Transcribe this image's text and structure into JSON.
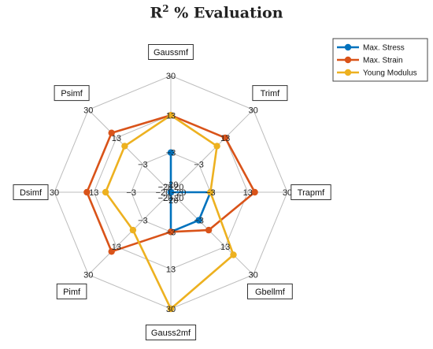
{
  "chart_data": {
    "type": "radar",
    "title": "% Evaluation",
    "title_symbol": "R",
    "title_superscript": "2",
    "axes": [
      "Gaussmf",
      "Trimf",
      "Trapmf",
      "Gbellmf",
      "Gauss2mf",
      "Pimf",
      "Dsimf",
      "Psimf"
    ],
    "rlim": [
      -20,
      30
    ],
    "rings": [
      -20,
      -3,
      13,
      30
    ],
    "ring_labels": [
      "−20",
      "−3",
      "13",
      "30"
    ],
    "grid": true,
    "legend_position": "top-right",
    "series": [
      {
        "name": "Max. Stress",
        "color": "#0072BD",
        "values": [
          -3,
          -20,
          -3,
          -3,
          -3,
          -20,
          -20,
          -20
        ]
      },
      {
        "name": "Max. Strain",
        "color": "#D95319",
        "values": [
          13,
          13,
          16,
          3,
          -3,
          16,
          16,
          16
        ]
      },
      {
        "name": "Young Modulus",
        "color": "#EDB120",
        "values": [
          13,
          8,
          -3,
          18,
          30,
          3,
          8,
          8
        ]
      }
    ]
  }
}
